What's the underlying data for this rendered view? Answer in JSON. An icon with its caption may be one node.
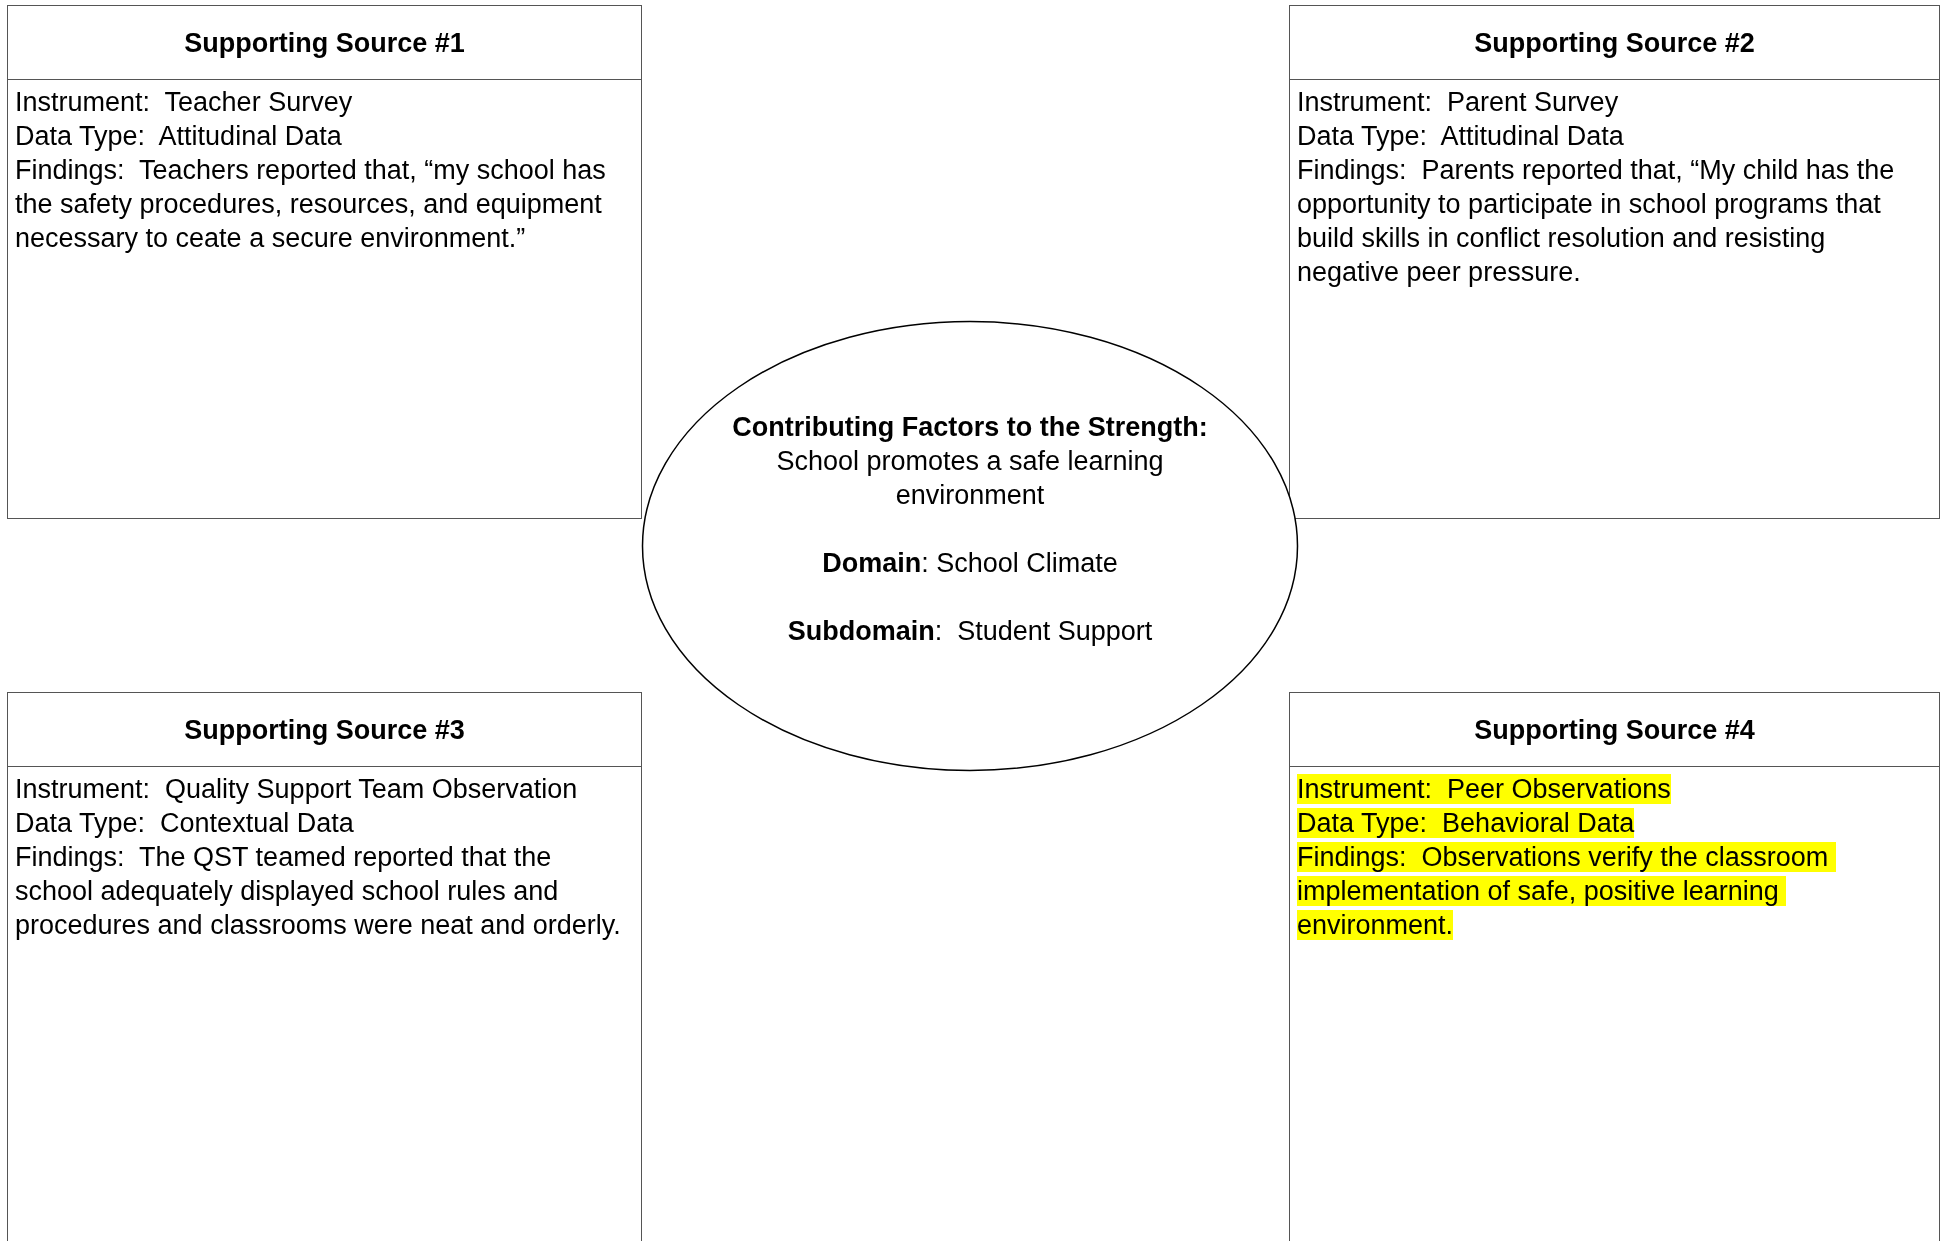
{
  "diagram": {
    "nodes": [
      {
        "text": [
          "Supporting Source #1",
          "Instrument:  Teacher Survey",
          "Data Type:  Attitudinal Data",
          "Findings:  Teachers reported that, “my school has the safety procedures, resources, and equipment necessary to ceate a secure environment.”"
        ]
      },
      {
        "text": [
          "Supporting Source #2",
          "Instrument:  Parent Survey",
          "Data Type:  Attitudinal Data",
          "Findings:  Parents reported that, “My child has the opportunity to participate in school programs that build skills in conflict resolution and resisting negative peer pressure."
        ]
      },
      {
        "text": [
          "Contributing Factors to the Strength:",
          "School promotes a safe learning environment",
          "**Domain**: School Climate",
          "**Subdomain**:  Student Support"
        ]
      },
      {
        "text": [
          "Supporting Source #3",
          "Instrument:  Quality Support Team Observation",
          "Data Type:  Contextual Data",
          "Findings:  The QST teamed reported that the school adequately displayed school rules and procedures and classrooms were neat and orderly."
        ]
      },
      {
        "text": [
          "Supporting Source #4",
          "Instrument:  Peer Observations",
          "Data Type:  Behavioral Data",
          "Findings:  Observations verify the classroom implementation of safe, positive learning environment."
        ]
      }
    ],
    "edges": []
  }
}
